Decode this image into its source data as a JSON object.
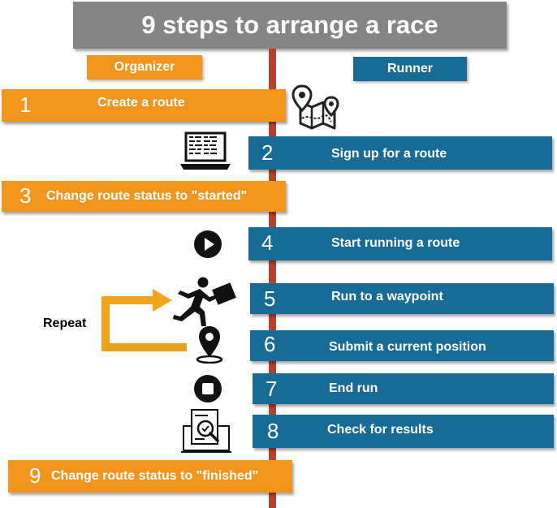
{
  "title": "9 steps to arrange a race",
  "lanes": {
    "organizer": "Organizer",
    "runner": "Runner"
  },
  "repeat_label": "Repeat",
  "colors": {
    "organizer": "#f2951f",
    "runner": "#176b94",
    "timeline": "#b5412f",
    "title": "#858585"
  },
  "steps": [
    {
      "num": "1",
      "label": "Create a route",
      "lane": "organizer",
      "icon": "map-route-icon"
    },
    {
      "num": "2",
      "label": "Sign up for a route",
      "lane": "runner",
      "icon": "laptop-icon"
    },
    {
      "num": "3",
      "label": "Change route status to \"started\"",
      "lane": "organizer"
    },
    {
      "num": "4",
      "label": "Start running a route",
      "lane": "runner",
      "icon": "play-icon"
    },
    {
      "num": "5",
      "label": "Run to a waypoint",
      "lane": "runner",
      "icon": "runner-icon"
    },
    {
      "num": "6",
      "label": "Submit a current position",
      "lane": "runner",
      "icon": "location-pin-icon"
    },
    {
      "num": "7",
      "label": "End run",
      "lane": "runner",
      "icon": "stop-icon"
    },
    {
      "num": "8",
      "label": "Check for results",
      "lane": "runner",
      "icon": "results-report-icon"
    },
    {
      "num": "9",
      "label": "Change route status to \"finished\"",
      "lane": "organizer"
    }
  ]
}
